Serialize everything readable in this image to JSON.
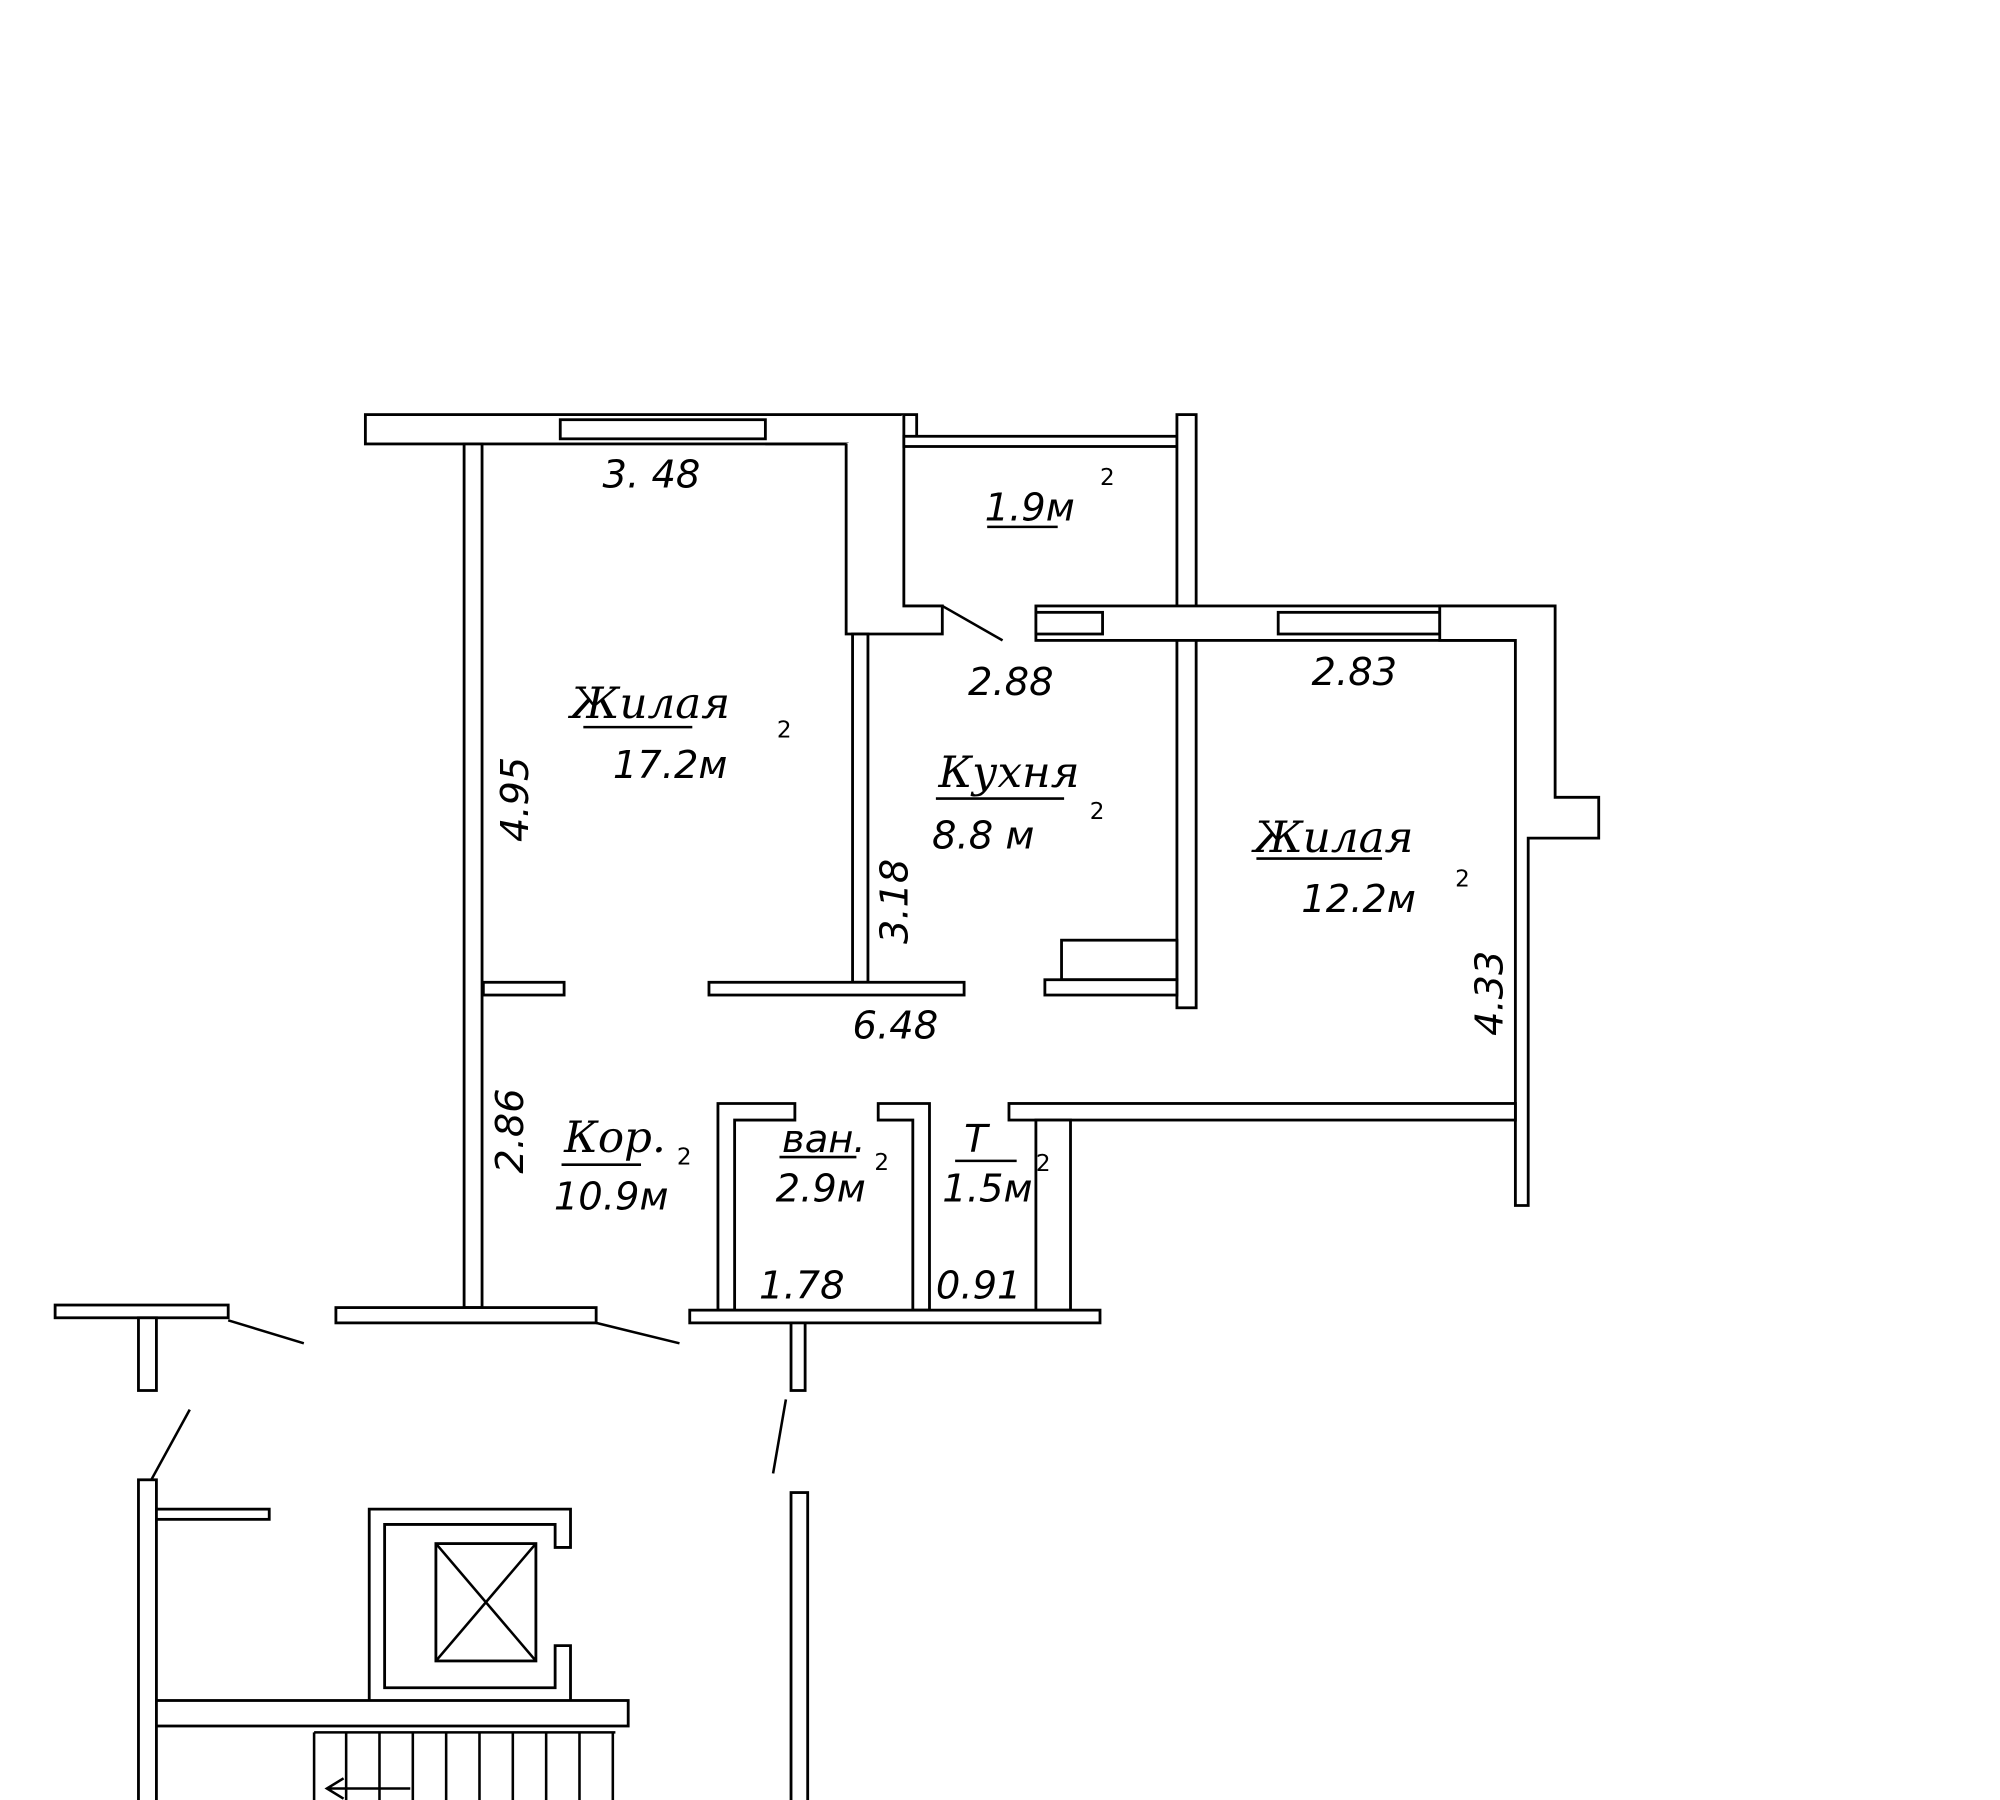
{
  "plan": {
    "rooms": {
      "living_large": {
        "name": "Жилая",
        "area": "17.2м",
        "sup": "2"
      },
      "balcony": {
        "area": "1.9м",
        "sup": "2"
      },
      "kitchen": {
        "name": "Кухня",
        "area": "8.8 м",
        "sup": "2"
      },
      "living_small": {
        "name": "Жилая",
        "area": "12.2м",
        "sup": "2"
      },
      "corridor": {
        "name": "Кор.",
        "area": "10.9м",
        "sup": "2"
      },
      "bathroom": {
        "name": "ван.",
        "area": "2.9м",
        "sup": "2"
      },
      "toilet": {
        "name": "Т",
        "area": "1.5м",
        "sup": "2"
      }
    },
    "dimensions": {
      "living_large_width": "3. 48",
      "living_large_length": "4.95",
      "kitchen_width": "2.88",
      "kitchen_length": "3.18",
      "living_small_width": "2.83",
      "living_small_length": "4.33",
      "hall_width": "6.48",
      "corridor_length": "2.86",
      "bathroom_width": "1.78",
      "toilet_width": "0.91"
    }
  }
}
